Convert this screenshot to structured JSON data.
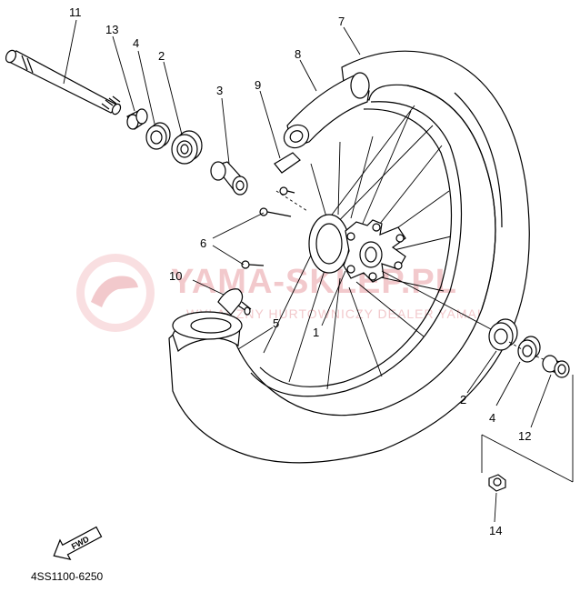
{
  "diagram": {
    "callouts": [
      {
        "id": "c11",
        "label": "11"
      },
      {
        "id": "c13",
        "label": "13"
      },
      {
        "id": "c4a",
        "label": "4"
      },
      {
        "id": "c2a",
        "label": "2"
      },
      {
        "id": "c3",
        "label": "3"
      },
      {
        "id": "c9",
        "label": "9"
      },
      {
        "id": "c8",
        "label": "8"
      },
      {
        "id": "c7",
        "label": "7"
      },
      {
        "id": "c6",
        "label": "6"
      },
      {
        "id": "c10",
        "label": "10"
      },
      {
        "id": "c5",
        "label": "5"
      },
      {
        "id": "c1",
        "label": "1"
      },
      {
        "id": "c2b",
        "label": "2"
      },
      {
        "id": "c4b",
        "label": "4"
      },
      {
        "id": "c12",
        "label": "12"
      },
      {
        "id": "c14",
        "label": "14"
      }
    ],
    "fwd_label": "FWD",
    "part_code": "4SS1100-6250"
  },
  "watermark": {
    "brand": "YAMA-SKLEP.PL",
    "subtitle": "WYŁĄCZNY HURTOWNICZY DEALER YAMAHA",
    "color": "#f2c9cc"
  }
}
